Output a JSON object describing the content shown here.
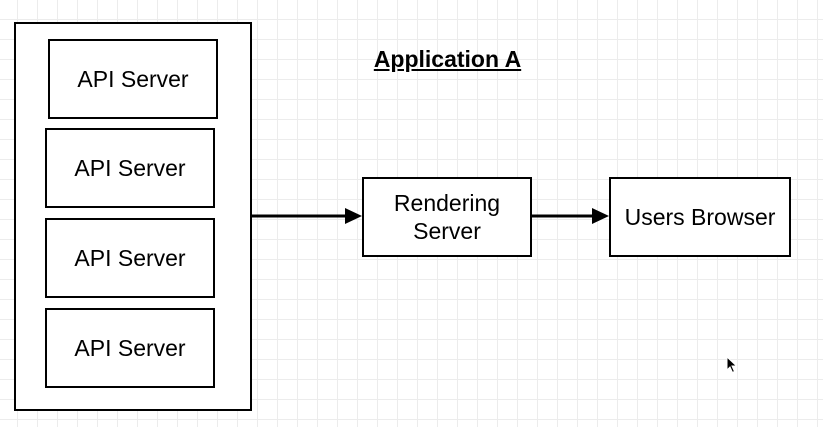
{
  "diagram": {
    "title": "Application A",
    "api_servers": [
      {
        "label": "API Server"
      },
      {
        "label": "API Server"
      },
      {
        "label": "API Server"
      },
      {
        "label": "API Server"
      }
    ],
    "rendering_server": {
      "label": "Rendering\nServer"
    },
    "users_browser": {
      "label": "Users Browser"
    },
    "colors": {
      "stroke": "#000000",
      "grid": "#ececec",
      "background": "#ffffff"
    },
    "icons": {
      "cursor": "mouse-pointer-icon"
    }
  }
}
